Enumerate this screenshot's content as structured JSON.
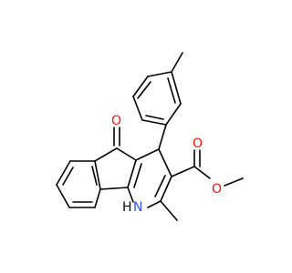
{
  "molecule": {
    "atoms": {
      "ketone_oxygen": {
        "symbol": "O",
        "color": "#ff0d0d"
      },
      "ester_carbonyl_oxygen": {
        "symbol": "O",
        "color": "#ff0d0d"
      },
      "ester_ether_oxygen": {
        "symbol": "O",
        "color": "#ff0d0d"
      },
      "ring_nitrogen": {
        "symbol": "H",
        "color": "#000000"
      },
      "ring_nitrogen_n": {
        "symbol": "N",
        "color": "#3050f8"
      }
    },
    "bond_color": "#000000"
  }
}
